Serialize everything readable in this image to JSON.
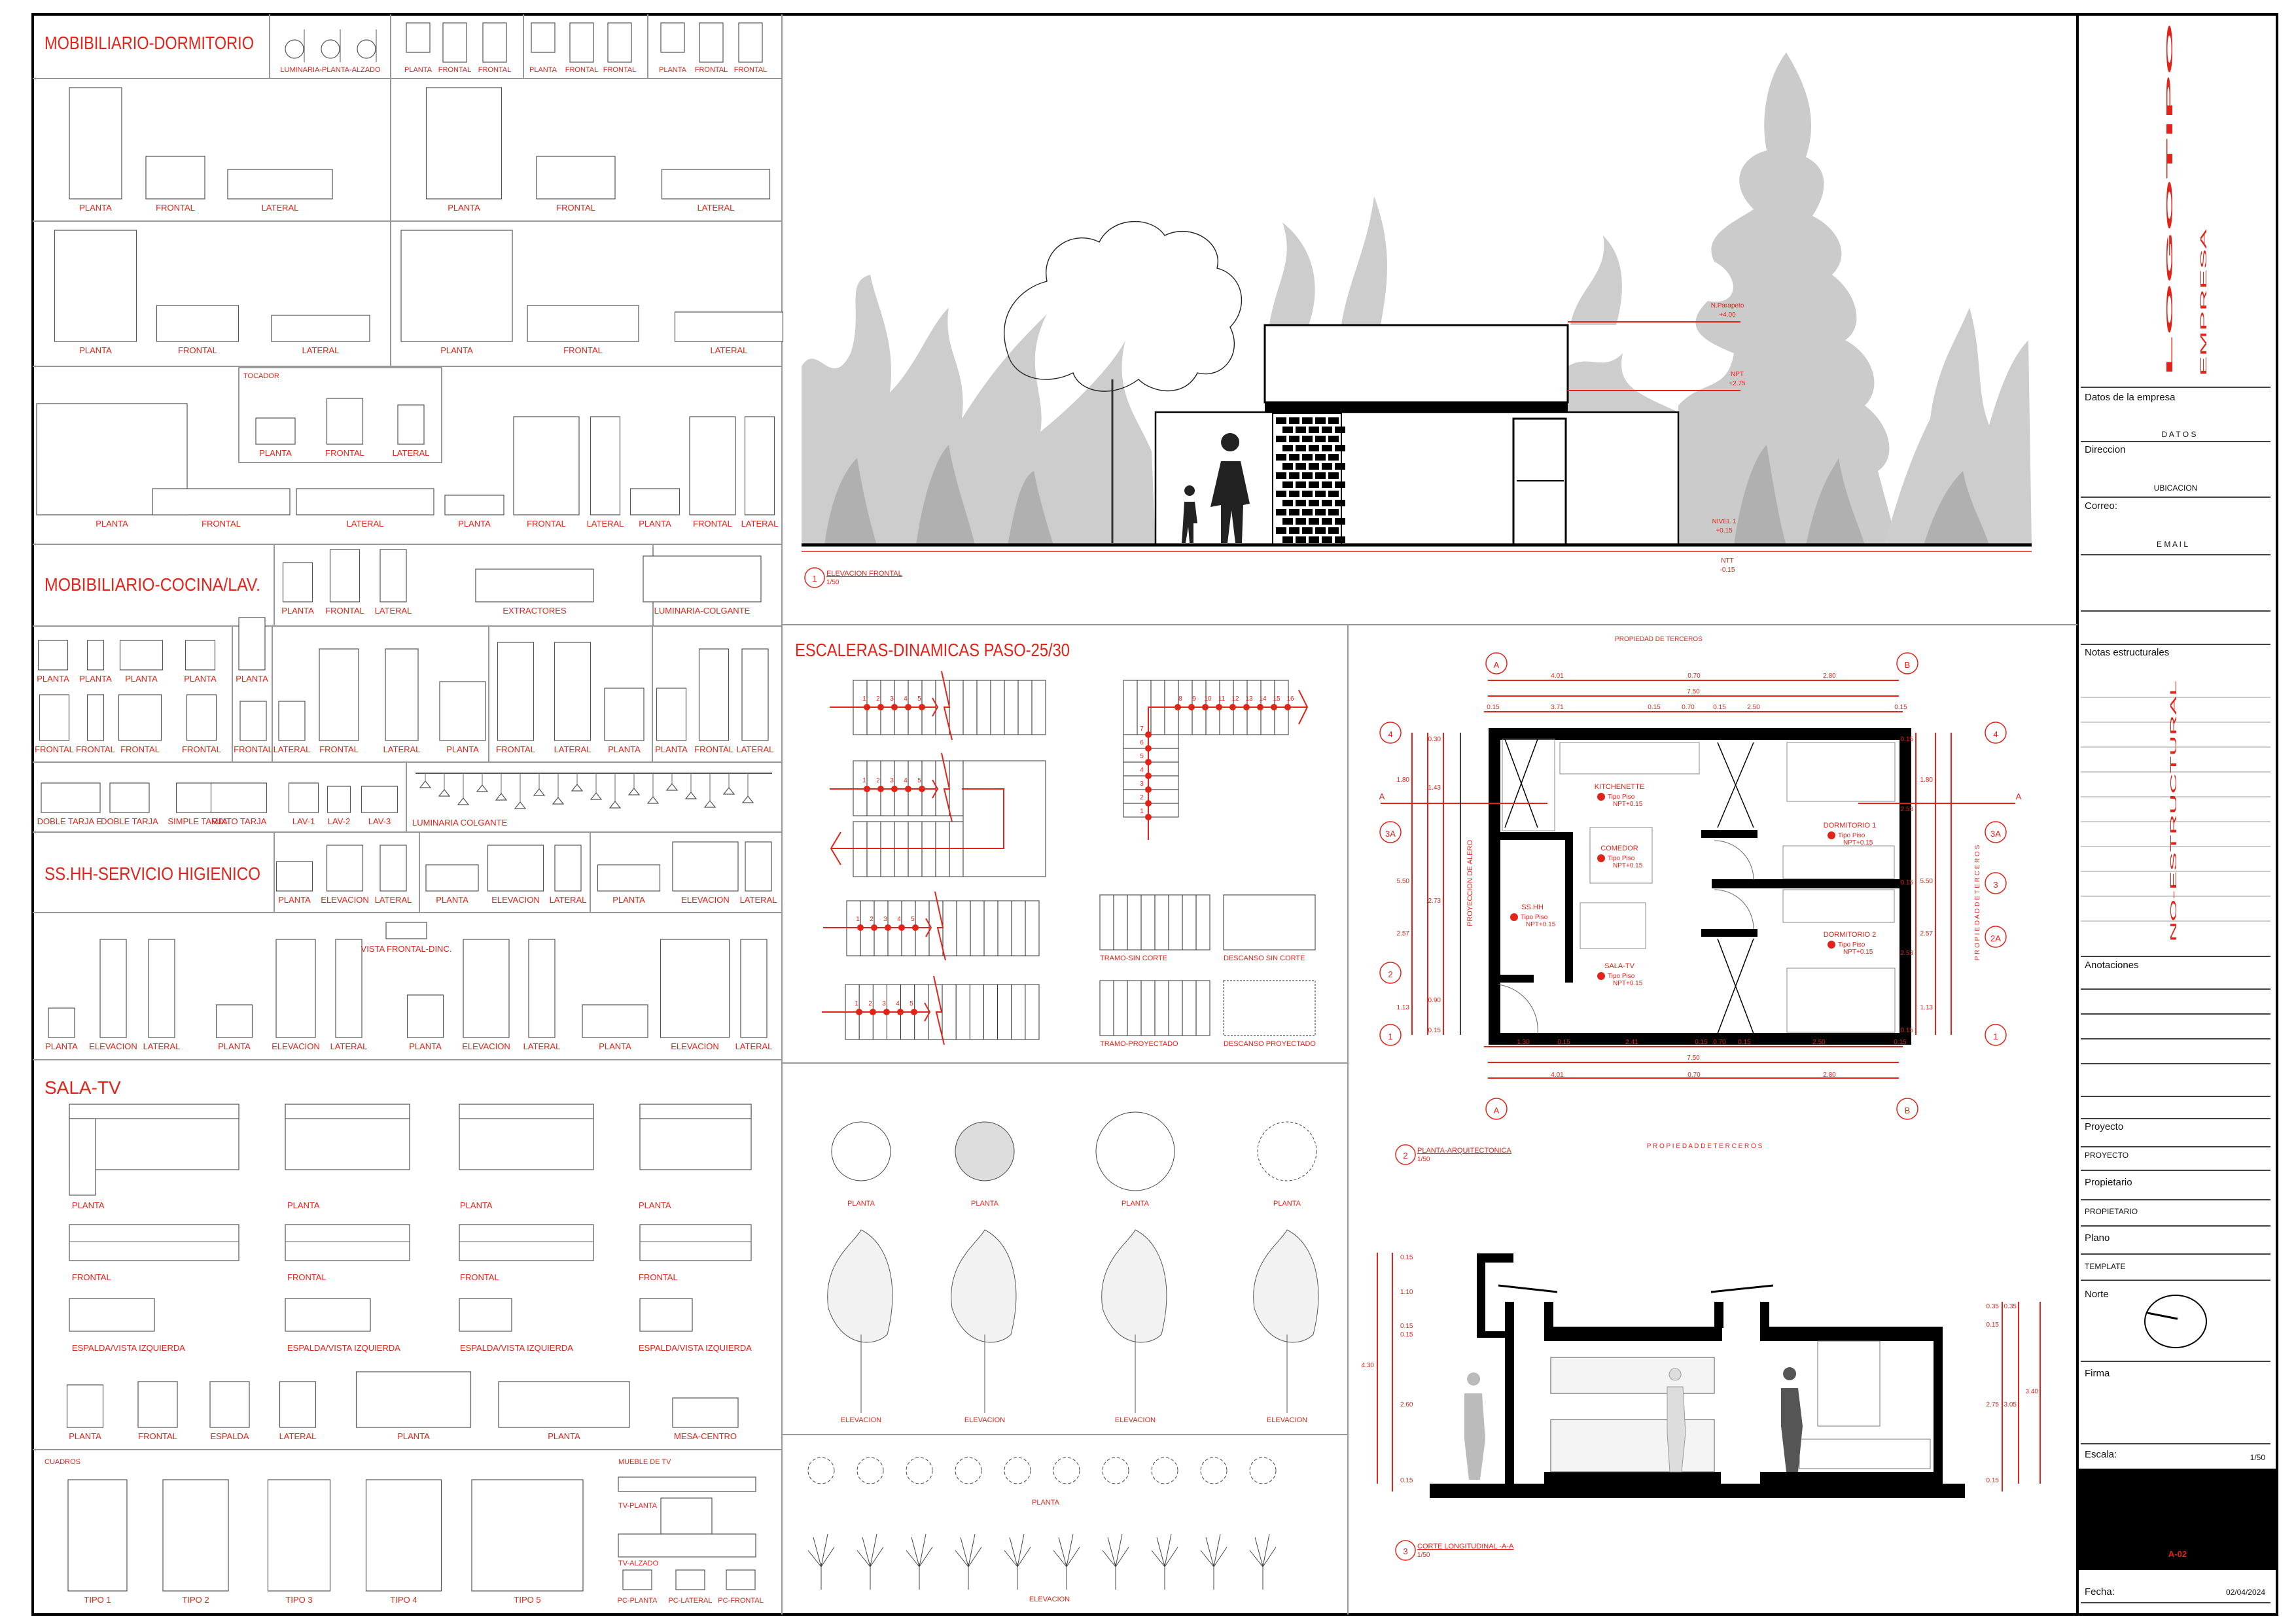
{
  "colors": {
    "accent_red": "#e2231a",
    "ink": "#000000",
    "vegetation_grey": "#c8c8c8"
  },
  "dormitorio": {
    "title": "MOBIBILIARIO-DORMITORIO",
    "header_labels": [
      "LUMINARIA-PLANTA-ALZADO",
      "PLANTA",
      "FRONTAL",
      "FRONTAL",
      "PLANTA",
      "FRONTAL",
      "FRONTAL",
      "PLANTA",
      "FRONTAL",
      "FRONTAL"
    ],
    "row1_labels": [
      "PLANTA",
      "FRONTAL",
      "LATERAL",
      "PLANTA",
      "FRONTAL",
      "LATERAL"
    ],
    "row2_labels": [
      "PLANTA",
      "FRONTAL",
      "LATERAL",
      "PLANTA",
      "FRONTAL",
      "LATERAL"
    ],
    "tocador_title": "TOCADOR",
    "tocador_labels": [
      "PLANTA",
      "FRONTAL",
      "LATERAL"
    ],
    "row3_labels": [
      "PLANTA",
      "FRONTAL",
      "LATERAL",
      "PLANTA",
      "FRONTAL",
      "LATERAL",
      "PLANTA",
      "FRONTAL",
      "LATERAL"
    ]
  },
  "cocina": {
    "title": "MOBIBILIARIO-COCINA/LAV.",
    "header_labels": [
      "PLANTA",
      "FRONTAL",
      "LATERAL",
      "EXTRACTORES",
      "LUMINARIA-COLGANTE"
    ],
    "appliance_top_labels": [
      "PLANTA",
      "PLANTA",
      "PLANTA",
      "PLANTA",
      "PLANTA"
    ],
    "appliance_bottom_labels": [
      "FRONTAL",
      "FRONTAL",
      "FRONTAL",
      "FRONTAL",
      "FRONTAL",
      "LATERAL",
      "FRONTAL",
      "LATERAL",
      "PLANTA",
      "FRONTAL",
      "LATERAL",
      "PLANTA",
      "PLANTA",
      "FRONTAL",
      "LATERAL"
    ],
    "sink_labels": [
      "DOBLE TARJA E.",
      "DOBLE TARJA",
      "SIMPLE TARJA",
      "MIXTO TARJA",
      "LAV-1",
      "LAV-2",
      "LAV-3"
    ],
    "pendant_label": "LUMINARIA COLGANTE"
  },
  "sshh": {
    "title": "SS.HH-SERVICIO HIGIENICO",
    "header_labels": [
      "PLANTA",
      "ELEVACION",
      "LATERAL",
      "PLANTA",
      "ELEVACION",
      "LATERAL",
      "PLANTA",
      "ELEVACION",
      "LATERAL"
    ],
    "vanity_labels": [
      "PLANTA",
      "ELEVACION",
      "LATERAL",
      "PLANTA",
      "ELEVACION",
      "LATERAL",
      "PLANTA",
      "ELEVACION",
      "LATERAL",
      "PLANTA",
      "ELEVACION",
      "LATERAL"
    ],
    "vista_label": "VISTA FRONTAL-DINC."
  },
  "sala_tv": {
    "title": "SALA-TV",
    "plan_labels": [
      "PLANTA",
      "PLANTA",
      "PLANTA",
      "PLANTA"
    ],
    "front_labels": [
      "FRONTAL",
      "FRONTAL",
      "FRONTAL",
      "FRONTAL"
    ],
    "back_labels": [
      "ESPALDA/VISTA IZQUIERDA",
      "ESPALDA/VISTA IZQUIERDA",
      "ESPALDA/VISTA IZQUIERDA",
      "ESPALDA/VISTA IZQUIERDA"
    ],
    "bottom_labels": [
      "PLANTA",
      "FRONTAL",
      "ESPALDA",
      "LATERAL",
      "PLANTA",
      "PLANTA",
      "MESA-CENTRO"
    ]
  },
  "cuadros": {
    "title": "CUADROS",
    "labels": [
      "TIPO 1",
      "TIPO 2",
      "TIPO 3",
      "TIPO 4",
      "TIPO 5"
    ],
    "tv_title": "MUEBLE DE TV",
    "tv_plan": "TV-PLANTA",
    "tv_elev": "TV-ALZADO",
    "pc_labels": [
      "PC-PLANTA",
      "PC-LATERAL",
      "PC-FRONTAL"
    ]
  },
  "escaleras": {
    "title": "ESCALERAS-DINAMICAS PASO-25/30",
    "straight_steps": [
      "1",
      "2",
      "3",
      "4",
      "5"
    ],
    "l_steps": [
      "1",
      "2",
      "3",
      "4",
      "5",
      "6",
      "7",
      "8",
      "9",
      "10",
      "11",
      "12",
      "13",
      "14",
      "15",
      "16"
    ],
    "legend": [
      "TRAMO-SIN CORTE",
      "DESCANSO SIN CORTE",
      "TRAMO-PROYECTADO",
      "DESCANSO PROYECTADO"
    ]
  },
  "vegetacion": {
    "plan_labels": [
      "PLANTA",
      "PLANTA",
      "PLANTA",
      "PLANTA"
    ],
    "elev_labels": [
      "ELEVACION",
      "ELEVACION",
      "ELEVACION",
      "ELEVACION"
    ],
    "plants_plan": "PLANTA",
    "plants_elev": "ELEVACION"
  },
  "elevacion": {
    "number": "1",
    "title": "ELEVACION FRONTAL",
    "scale": "1/50",
    "levels": [
      {
        "name": "N.Parapeto",
        "value": "+4.00"
      },
      {
        "name": "NPT",
        "value": "+2.75"
      },
      {
        "name": "NIVEL 1",
        "value": "+0.15"
      },
      {
        "name": "NTT",
        "value": "-0.15"
      }
    ]
  },
  "planta": {
    "number": "2",
    "title": "PLANTA-ARQUITECTONICA",
    "scale": "1/50",
    "neighbor_top": "PROPIEDAD DE TERCEROS",
    "neighbor_bottom": "P R O P I E D A D   D E   T E R C E R O S",
    "neighbor_right": "P R O P I E D A D   D E   T E R C E R O S",
    "eave": "PROYECCION DE ALERO",
    "grid_cols": [
      "A",
      "B"
    ],
    "grid_rows_left": [
      "4",
      "3A",
      "2",
      "1"
    ],
    "grid_rows_right": [
      "4",
      "3A",
      "3",
      "2A",
      "1"
    ],
    "section_mark": "A",
    "rooms": [
      {
        "name": "KITCHENETTE",
        "floor": "Tipo Piso",
        "level": "NPT+0.15"
      },
      {
        "name": "COMEDOR",
        "floor": "Tipo Piso",
        "level": "NPT+0.15"
      },
      {
        "name": "SS.HH",
        "floor": "Tipo Piso",
        "level": "NPT+0.15"
      },
      {
        "name": "SALA-TV",
        "floor": "Tipo Piso",
        "level": "NPT+0.15"
      },
      {
        "name": "DORMITORIO 1",
        "floor": "Tipo Piso",
        "level": "NPT+0.15"
      },
      {
        "name": "DORMITORIO 2",
        "floor": "Tipo Piso",
        "level": "NPT+0.15"
      }
    ],
    "dims_top_1": [
      "4.01",
      "0.70",
      "2.80"
    ],
    "dims_total": "7.50",
    "dims_top_3": [
      "0.15",
      "3.71",
      "0.15",
      "0.70",
      "0.15",
      "2.50",
      "0.15"
    ],
    "dims_bottom_1": [
      "1.30",
      "0.15",
      "2.41",
      "0.15",
      "0.70",
      "0.15",
      "2.50",
      "0.15"
    ],
    "dims_left": [
      "1.80",
      "5.50",
      "2.57",
      "1.13"
    ],
    "dims_left_inner": [
      "0.30",
      "1.43",
      "2.73",
      "0.90",
      "0.15"
    ],
    "dims_right": [
      "0.15",
      "2.53",
      "0.15",
      "2.53",
      "0.15"
    ],
    "dims_right_outer": [
      "1.80",
      "5.50",
      "2.57",
      "1.13"
    ]
  },
  "corte": {
    "number": "3",
    "title": "CORTE LONGITUDINAL -A-A",
    "scale": "1/50",
    "dims_left": [
      "0.15",
      "1.10",
      "0.15",
      "0.15",
      "2.60",
      "0.15"
    ],
    "dims_left_total": "4.30",
    "dims_right_a": [
      "0.35",
      "0.15",
      "2.75",
      "0.15"
    ],
    "dims_right_b": [
      "0.35",
      "3.05"
    ],
    "dims_right_total": "3.40"
  },
  "title_block": {
    "logo": "LOGOTIPO",
    "logo_sub": "EMPRESA",
    "company_label": "Datos de la empresa",
    "company_value": "D    A    T    O    S",
    "address_label": "Direccion",
    "address_value": "UBICACION",
    "email_label": "Correo:",
    "email_value": "E     M     A     I     L",
    "notes_label": "Notas estructurales",
    "notes_watermark": "NO-ESTRUCTURAL",
    "annotations_label": "Anotaciones",
    "project_label": "Proyecto",
    "project_value": "PROYECTO",
    "owner_label": "Propietario",
    "owner_value": "PROPIETARIO",
    "plan_label": "Plano",
    "plan_value": "TEMPLATE",
    "north_label": "Norte",
    "signature_label": "Firma",
    "scale_label": "Escala:",
    "scale_value": "1/50",
    "sheet_number": "A-02",
    "date_label": "Fecha:",
    "date_value": "02/04/2024"
  }
}
